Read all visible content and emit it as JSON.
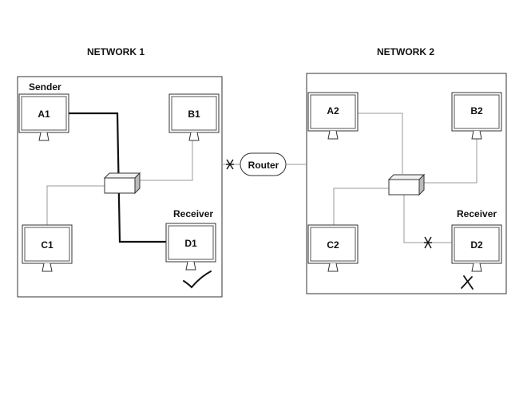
{
  "networks": [
    {
      "title": "NETWORK 1",
      "sender_label": "Sender",
      "receiver_label": "Receiver"
    },
    {
      "title": "NETWORK 2",
      "receiver_label": "Receiver"
    }
  ],
  "router": {
    "label": "Router"
  },
  "computers": {
    "a1": "A1",
    "b1": "B1",
    "c1": "C1",
    "d1": "D1",
    "a2": "A2",
    "b2": "B2",
    "c2": "C2",
    "d2": "D2"
  },
  "status": {
    "d1": "delivered",
    "d2": "failed"
  },
  "colors": {
    "line": "#999999",
    "path": "#111111",
    "stroke": "#333333"
  }
}
